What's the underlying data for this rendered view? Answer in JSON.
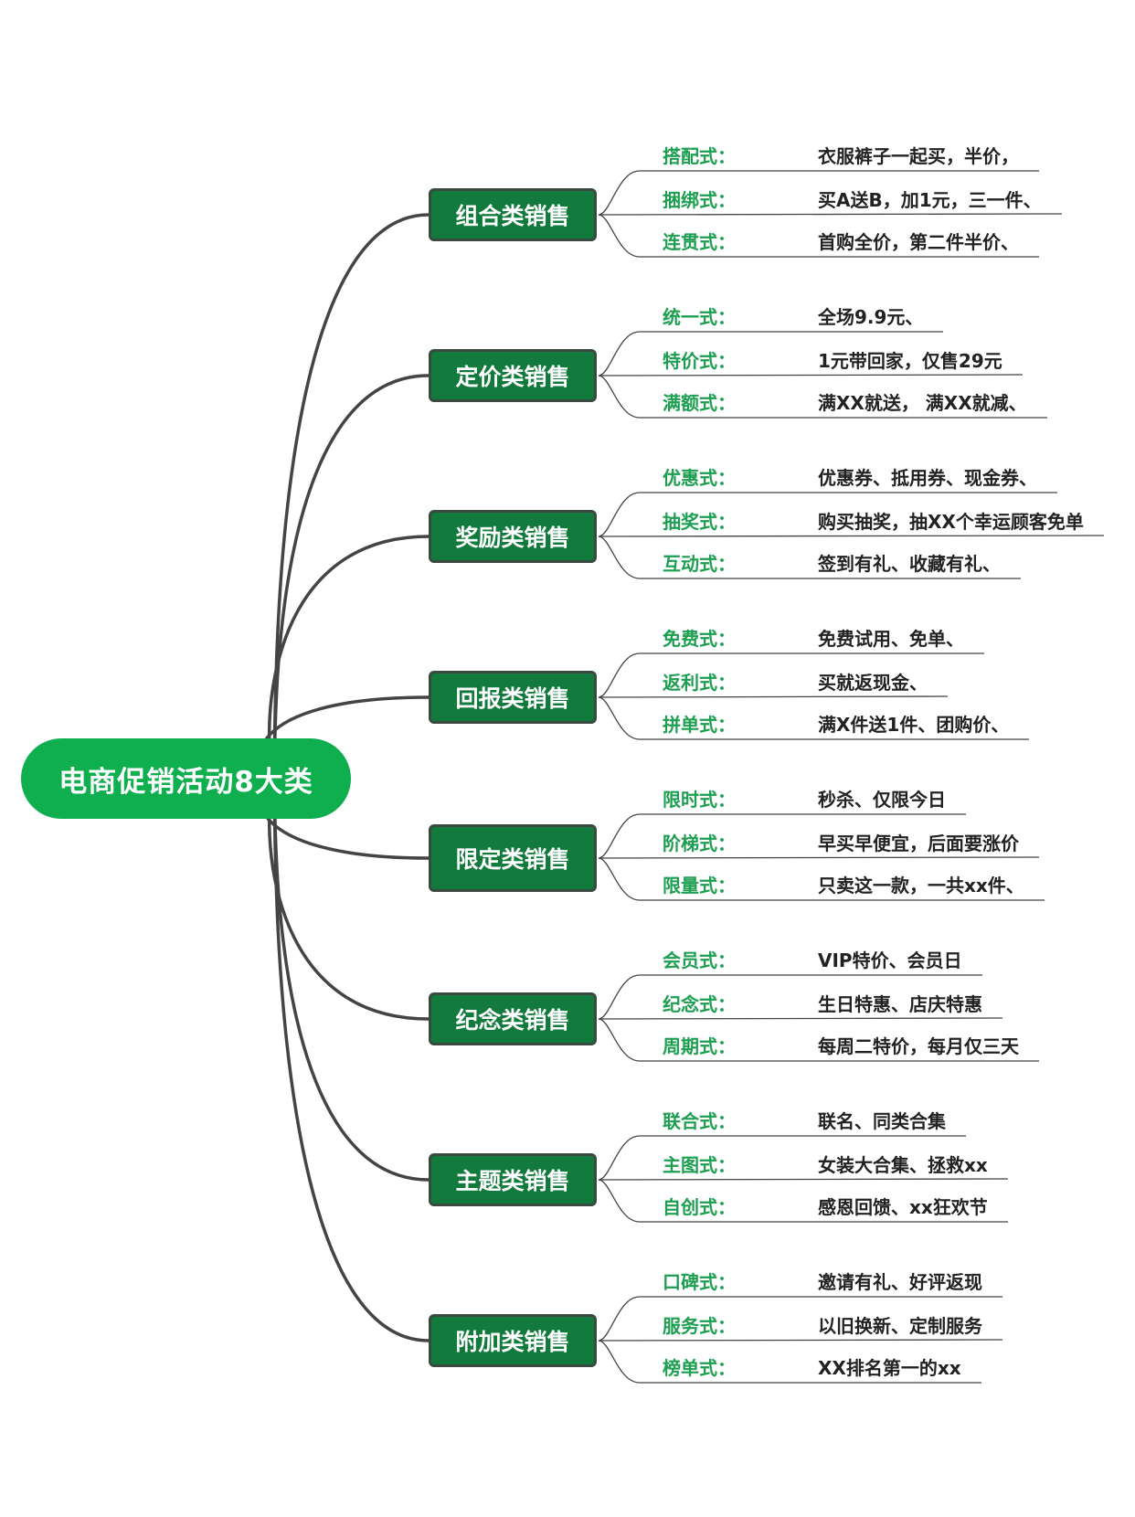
{
  "root": "电商促销活动8大类",
  "colors": {
    "root": "#0fae4e",
    "branch": "#127a3c",
    "label": "#1d9e50",
    "line": "#444444"
  },
  "groups": [
    {
      "title": "组合类销售",
      "items": [
        [
          "搭配式：",
          "衣服裤子一起买，半价，"
        ],
        [
          "捆绑式：",
          "买A送B，加1元，三一件、"
        ],
        [
          "连贯式：",
          "首购全价，第二件半价、"
        ]
      ]
    },
    {
      "title": "定价类销售",
      "items": [
        [
          "统一式：",
          "全场9.9元、"
        ],
        [
          "特价式：",
          "1元带回家，仅售29元"
        ],
        [
          "满额式：",
          "满XX就送，  满XX就减、"
        ]
      ]
    },
    {
      "title": "奖励类销售",
      "items": [
        [
          "优惠式：",
          "优惠券、抵用券、现金券、"
        ],
        [
          "抽奖式：",
          "购买抽奖，抽XX个幸运顾客免单"
        ],
        [
          "互动式：",
          "签到有礼、收藏有礼、"
        ]
      ]
    },
    {
      "title": "回报类销售",
      "items": [
        [
          "免费式：",
          "免费试用、免单、"
        ],
        [
          "返利式：",
          "买就返现金、"
        ],
        [
          "拼单式：",
          "满X件送1件、团购价、"
        ]
      ]
    },
    {
      "title": "限定类销售",
      "items": [
        [
          "限时式：",
          "秒杀、仅限今日"
        ],
        [
          "阶梯式：",
          "早买早便宜，后面要涨价"
        ],
        [
          "限量式：",
          "只卖这一款，一共xx件、"
        ]
      ]
    },
    {
      "title": "纪念类销售",
      "items": [
        [
          "会员式：",
          "VIP特价、会员日"
        ],
        [
          "纪念式：",
          "生日特惠、店庆特惠"
        ],
        [
          "周期式：",
          "每周二特价，每月仅三天"
        ]
      ]
    },
    {
      "title": "主题类销售",
      "items": [
        [
          "联合式：",
          "联名、同类合集"
        ],
        [
          "主图式：",
          "女装大合集、拯救xx"
        ],
        [
          "自创式：",
          "感恩回馈、xx狂欢节"
        ]
      ]
    },
    {
      "title": "附加类销售",
      "items": [
        [
          "口碑式：",
          "邀请有礼、好评返现"
        ],
        [
          "服务式：",
          "以旧换新、定制服务"
        ],
        [
          "榜单式：",
          "XX排名第一的xx"
        ]
      ]
    }
  ]
}
